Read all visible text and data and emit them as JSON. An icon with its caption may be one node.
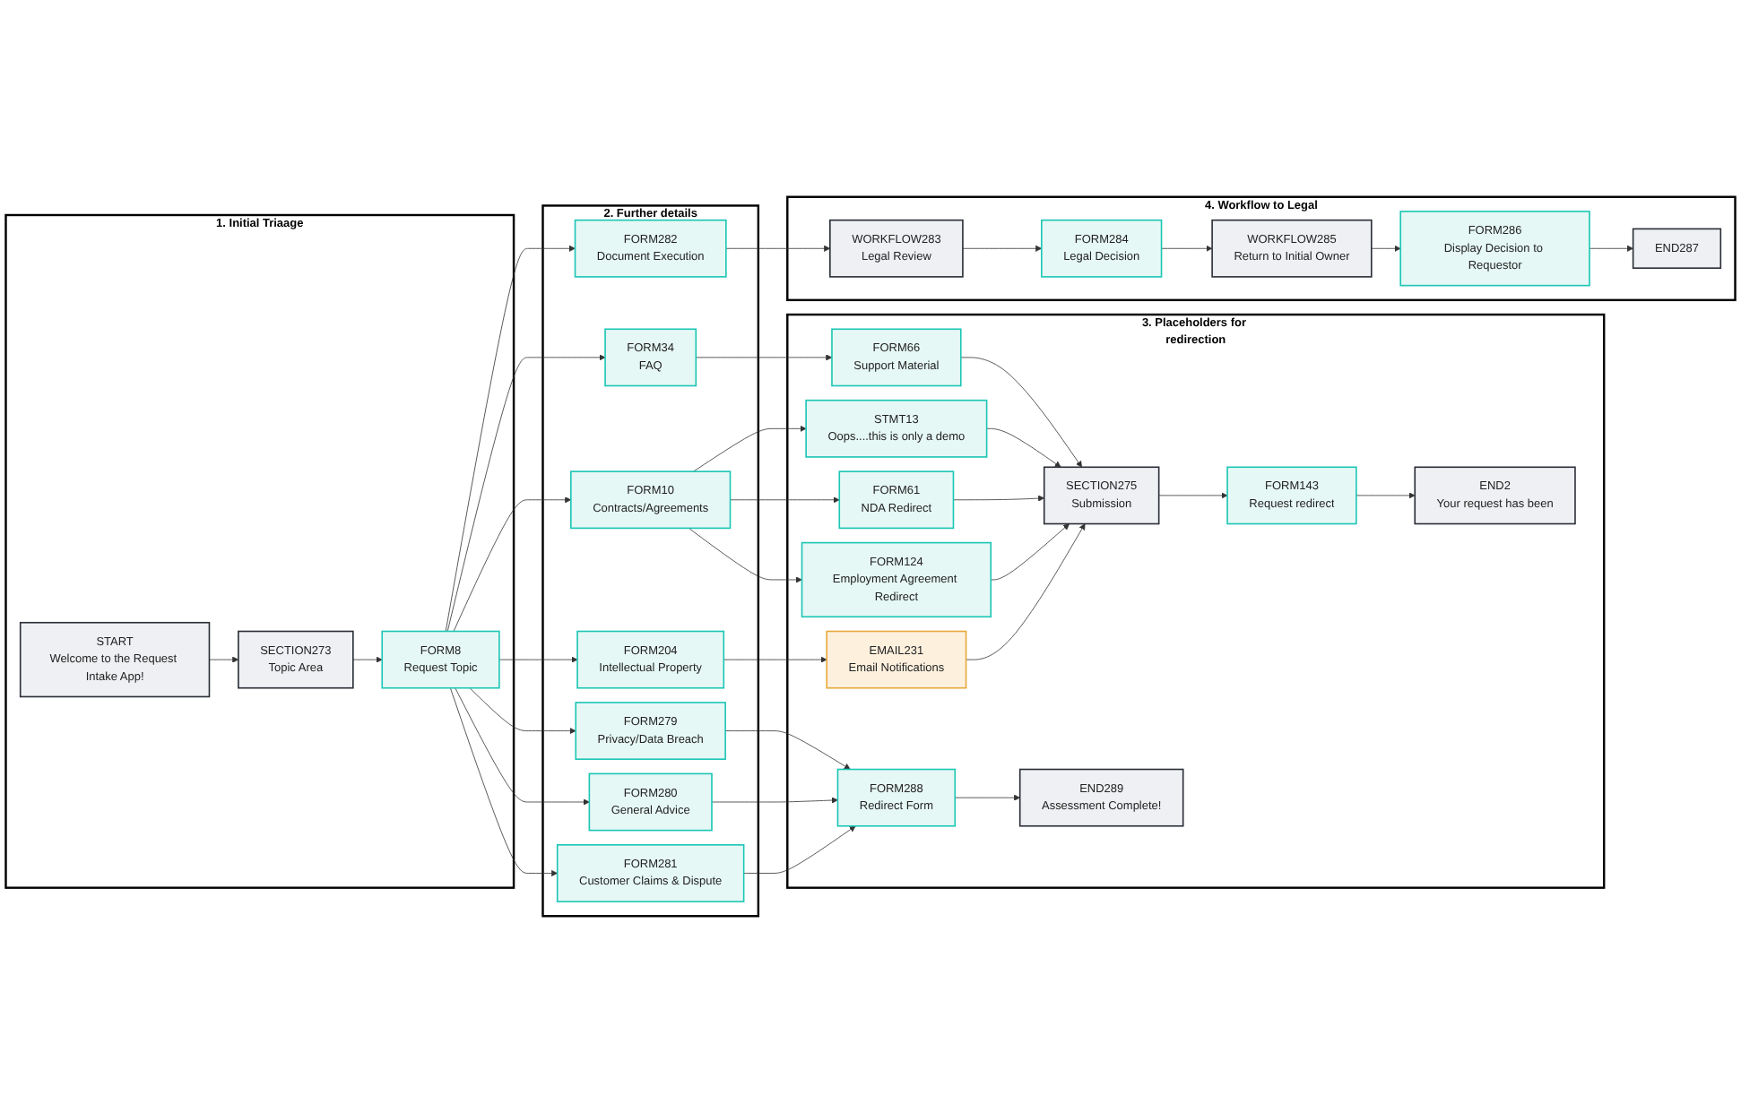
{
  "diagram": {
    "nodes": [
      {
        "text": [
          "1. Initial Triaage"
        ]
      },
      {
        "text": [
          "START",
          "Welcome to the Request Intake App!"
        ],
        "in": 0
      },
      {
        "text": [
          "SECTION273",
          "Topic Area"
        ],
        "in": 0
      },
      {
        "text": [
          "FORM8",
          "Request Topic"
        ],
        "in": 0
      },
      {
        "text": [
          "2. Further details"
        ]
      },
      {
        "text": [
          "FORM34",
          "FAQ"
        ],
        "in": 4
      },
      {
        "text": [
          "FORM10",
          "Contracts/Agreements"
        ],
        "in": 4
      },
      {
        "text": [
          "FORM204",
          "Intellectual Property"
        ],
        "in": 4
      },
      {
        "text": [
          "FORM279",
          "Privacy/Data Breach"
        ],
        "in": 4
      },
      {
        "text": [
          "FORM280",
          "General Advice"
        ],
        "in": 4
      },
      {
        "text": [
          "FORM281",
          "Customer Claims & Dispute"
        ],
        "in": 4
      },
      {
        "text": [
          "FORM282",
          "Document Execution"
        ],
        "in": 4
      },
      {
        "text": [
          "3. Placeholders for redirection"
        ]
      },
      {
        "text": [
          "FORM66",
          "Support Material"
        ],
        "in": 12
      },
      {
        "text": [
          "SECTION275",
          "Submission"
        ],
        "in": 12
      },
      {
        "text": [
          "FORM143",
          "Request redirect"
        ],
        "in": 12
      },
      {
        "text": [
          "END2",
          "Your request has been"
        ],
        "in": 12
      },
      {
        "text": [
          "STMT13",
          "Oops....this is only a demo"
        ],
        "in": 12
      },
      {
        "text": [
          "FORM61",
          "NDA Redirect"
        ],
        "in": 12
      },
      {
        "text": [
          "FORM124",
          "Employment Agreement Redirect"
        ],
        "in": 12
      },
      {
        "text": [
          "EMAIL231",
          "Email Notifications"
        ],
        "in": 12
      },
      {
        "text": [
          "FORM288",
          "Redirect Form"
        ],
        "in": 12
      },
      {
        "text": [
          "END289",
          "Assessment Complete!"
        ],
        "in": 12
      },
      {
        "text": [
          "4. Workflow to Legal"
        ]
      },
      {
        "text": [
          "WORKFLOW283",
          "Legal Review"
        ],
        "in": 23
      },
      {
        "text": [
          "FORM284",
          "Legal Decision"
        ],
        "in": 23
      },
      {
        "text": [
          "WORKFLOW285",
          "Return to Initial Owner"
        ],
        "in": 23
      },
      {
        "text": [
          "FORM286",
          "Display Decision to Requestor"
        ],
        "in": 23
      },
      {
        "text": [
          "END287"
        ],
        "in": 23
      }
    ],
    "edges": [
      {
        "from": 1,
        "to": 2,
        "arrow": "to"
      },
      {
        "from": 2,
        "to": 3,
        "arrow": "to"
      },
      {
        "from": 3,
        "to": 5,
        "arrow": "to"
      },
      {
        "from": 3,
        "to": 6,
        "arrow": "to"
      },
      {
        "from": 3,
        "to": 7,
        "arrow": "to"
      },
      {
        "from": 3,
        "to": 8,
        "arrow": "to"
      },
      {
        "from": 3,
        "to": 9,
        "arrow": "to"
      },
      {
        "from": 3,
        "to": 10,
        "arrow": "to"
      },
      {
        "from": 3,
        "to": 11,
        "arrow": "to"
      },
      {
        "from": 5,
        "to": 13,
        "arrow": "to"
      },
      {
        "from": 13,
        "to": 14,
        "arrow": "to"
      },
      {
        "from": 14,
        "to": 15,
        "arrow": "to"
      },
      {
        "from": 15,
        "to": 16,
        "arrow": "to"
      },
      {
        "from": 6,
        "to": 17,
        "arrow": "to"
      },
      {
        "from": 6,
        "to": 18,
        "arrow": "to"
      },
      {
        "from": 6,
        "to": 19,
        "arrow": "to"
      },
      {
        "from": 7,
        "to": 20,
        "arrow": "to"
      },
      {
        "from": 17,
        "to": 14,
        "arrow": "to"
      },
      {
        "from": 18,
        "to": 14,
        "arrow": "to"
      },
      {
        "from": 19,
        "to": 14,
        "arrow": "to"
      },
      {
        "from": 20,
        "to": 14,
        "arrow": "to"
      },
      {
        "from": 8,
        "to": 21,
        "arrow": "to"
      },
      {
        "from": 9,
        "to": 21,
        "arrow": "to"
      },
      {
        "from": 10,
        "to": 21,
        "arrow": "to"
      },
      {
        "from": 21,
        "to": 22,
        "arrow": "to"
      },
      {
        "from": 11,
        "to": 24,
        "arrow": "to"
      },
      {
        "from": 24,
        "to": 25,
        "arrow": "to"
      },
      {
        "from": 25,
        "to": 26,
        "arrow": "to"
      },
      {
        "from": 26,
        "to": 27,
        "arrow": "to"
      },
      {
        "from": 27,
        "to": 28,
        "arrow": "to"
      }
    ]
  }
}
